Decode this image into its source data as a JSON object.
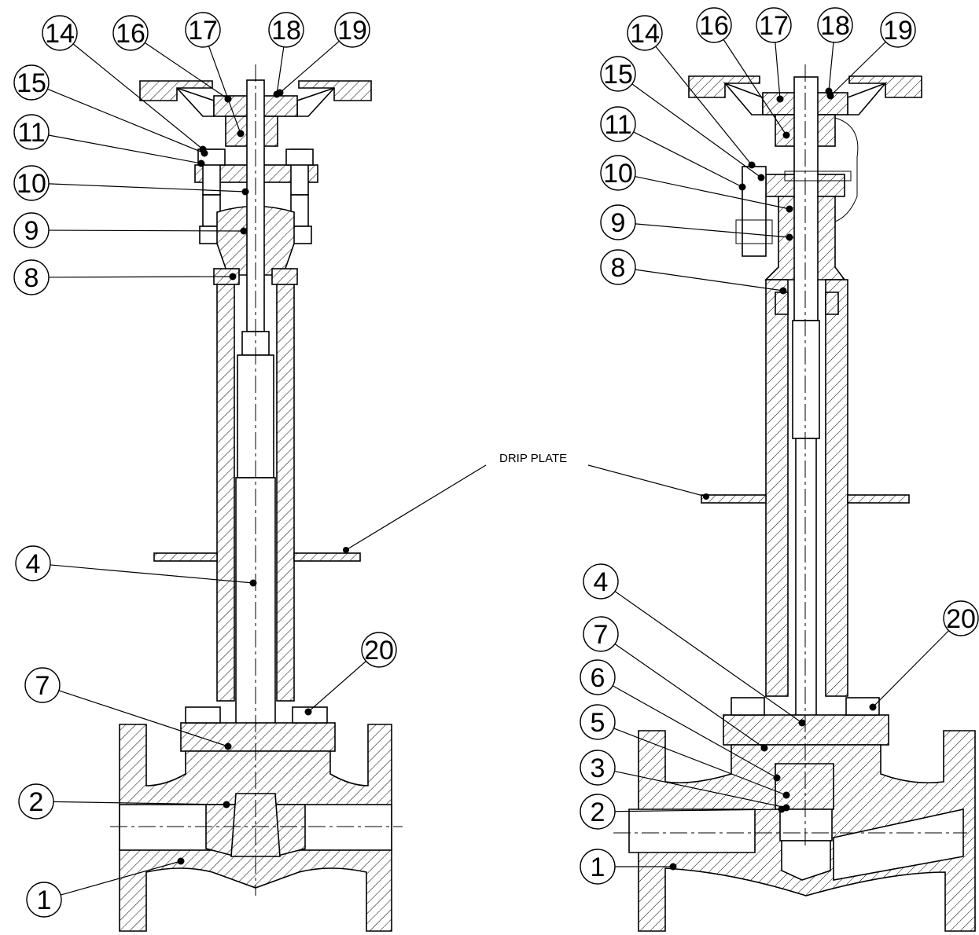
{
  "drawing": {
    "note_drip_plate": "DRIP PLATE"
  },
  "left_view": {
    "callouts": [
      "14",
      "16",
      "17",
      "18",
      "19",
      "15",
      "11",
      "10",
      "9",
      "8",
      "4",
      "20",
      "7",
      "2",
      "1"
    ]
  },
  "right_view": {
    "callouts": [
      "14",
      "16",
      "17",
      "18",
      "19",
      "15",
      "11",
      "10",
      "9",
      "8",
      "4",
      "7",
      "6",
      "5",
      "3",
      "2",
      "1",
      "20"
    ]
  }
}
